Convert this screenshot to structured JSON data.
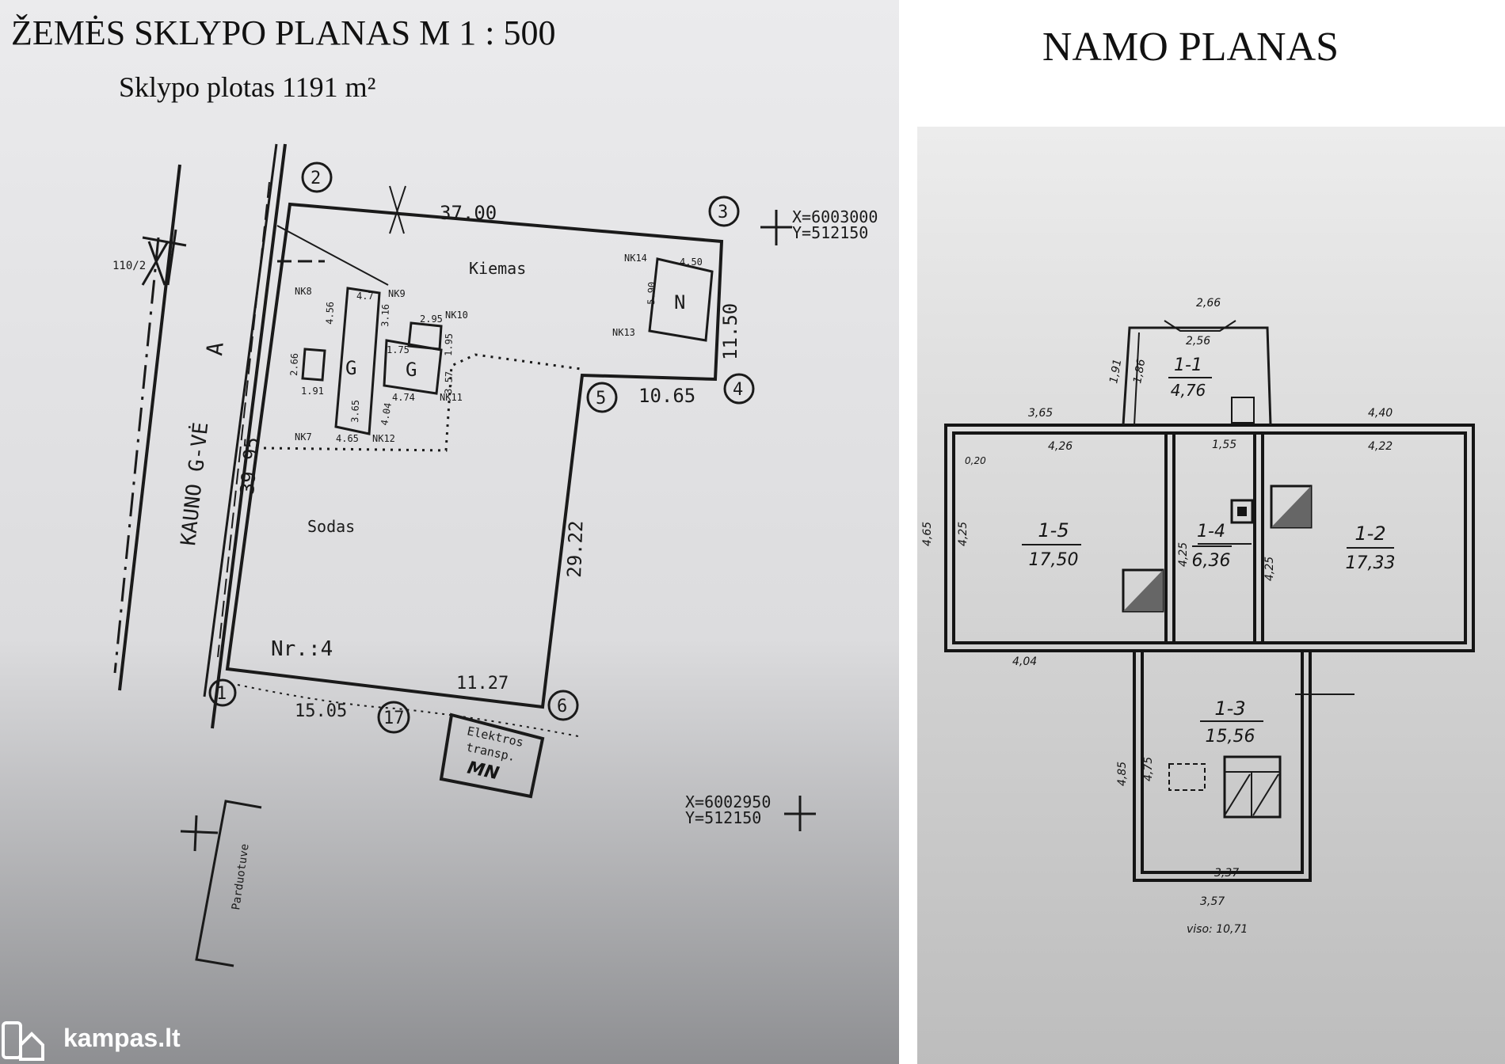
{
  "site_plan": {
    "title": "ŽEMĖS SKLYPO PLANAS  M 1 : 500",
    "subtitle": "Sklypo    plotas 1191 m²",
    "street": "KAUNO G-VĖ",
    "road_mark": "A",
    "side_mark": "110/2",
    "areas": {
      "yard": "Kiemas",
      "garden": "Sodas",
      "plot_number": "Nr.:4"
    },
    "boundary_dims": {
      "d_2_3": "37.00",
      "d_3_4": "11.50",
      "d_4_5": "10.65",
      "d_5_6": "29.22",
      "d_6_17": "11.27",
      "d_17_1": "15.05",
      "d_1_2": "39.95"
    },
    "points": [
      "1",
      "2",
      "3",
      "4",
      "5",
      "6",
      "17"
    ],
    "buildings": {
      "garage1": "G",
      "garage2": "G",
      "shed": "N"
    },
    "building_labels": [
      "NK8",
      "NK9",
      "NK10",
      "NK11",
      "NK12",
      "NK7",
      "NK13",
      "NK14"
    ],
    "building_dims": [
      "4.7",
      "4.56",
      "3.16",
      "2.95",
      "1.95",
      "1.75",
      "3.57",
      "4.74",
      "4.04",
      "3.65",
      "4.65",
      "1.91",
      "2.66",
      "5.90",
      "4.50"
    ],
    "coord_top": {
      "x": "X=6003000",
      "y": "Y=512150"
    },
    "coord_bottom": {
      "x": "X=6002950",
      "y": "Y=512150"
    },
    "transformer": {
      "line1": "Elektros",
      "line2": "transp.",
      "line3": "MN"
    },
    "shop": "Parduotuve"
  },
  "house_plan": {
    "title": "NAMO PLANAS",
    "rooms": [
      {
        "id": "1-1",
        "area": "4,76"
      },
      {
        "id": "1-2",
        "area": "17,33"
      },
      {
        "id": "1-3",
        "area": "15,56"
      },
      {
        "id": "1-4",
        "area": "6,36"
      },
      {
        "id": "1-5",
        "area": "17,50"
      }
    ],
    "dims": {
      "porch_top": "2,66",
      "porch_inner": "2,56",
      "porch_left_out": "1,91",
      "porch_left_in": "1,86",
      "top_left": "3,65",
      "top_right": "4,40",
      "inner_left": "4,26",
      "inner_mid": "1,55",
      "inner_right": "4,22",
      "wall": "0,20",
      "left_out": "4,65",
      "left_in": "4,25",
      "mid1": "4,25",
      "mid2": "4,25",
      "bottom_left": "4,04",
      "kitchen_left_out": "4,85",
      "kitchen_left_in": "4,75",
      "kitchen_in": "3,37",
      "kitchen_out": "3,57"
    },
    "total": "viso: 10,71"
  },
  "watermark": "kampas.lt"
}
